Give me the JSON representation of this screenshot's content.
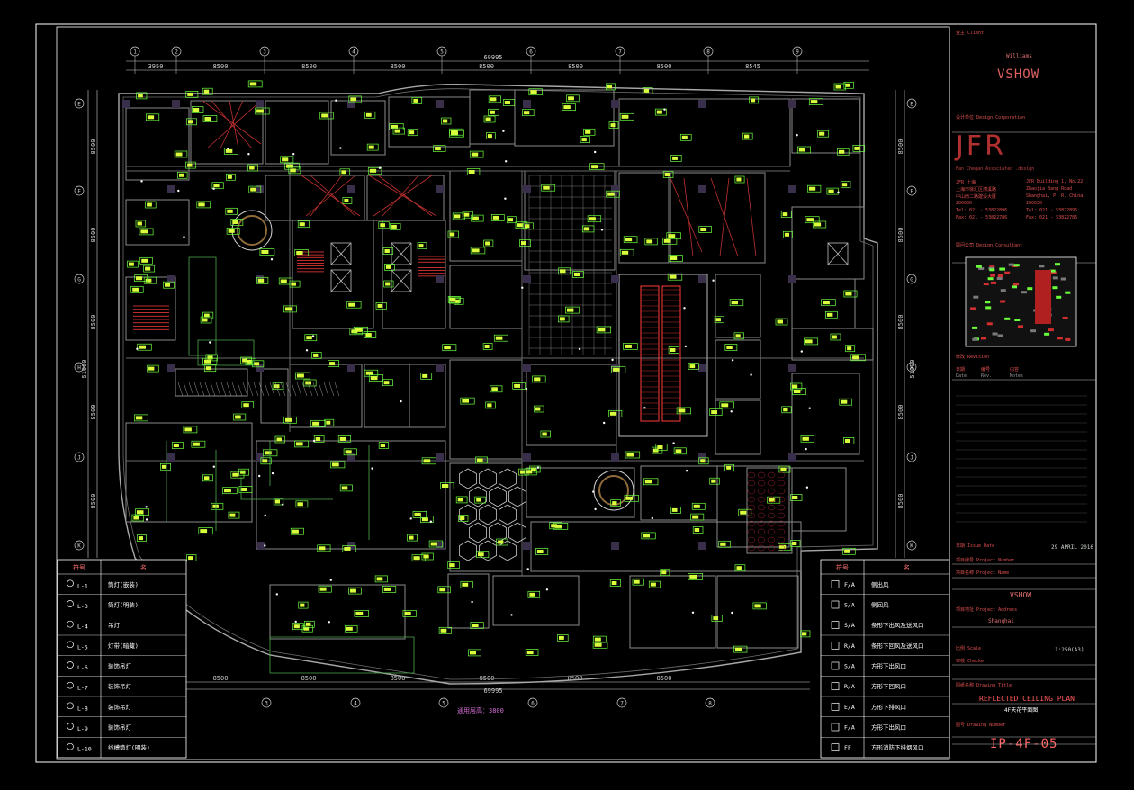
{
  "drawing": {
    "total_dim": "69995",
    "top_dims": [
      "3950",
      "8500",
      "8500",
      "8500",
      "8500",
      "8500",
      "8500",
      "8545"
    ],
    "bottom_dims": [
      "8500",
      "8500",
      "8500",
      "8500",
      "8500",
      "8500"
    ],
    "left_dims": [
      "8500",
      "8500",
      "8500",
      "8500",
      "8500",
      "8500"
    ],
    "right_dims": [
      "8500",
      "8500",
      "8500",
      "8500",
      "8500"
    ],
    "left_total": "51000",
    "right_total": "51000",
    "note": "通用层高：3800"
  },
  "legend_left": {
    "headers": [
      "符号",
      "名"
    ],
    "rows": [
      {
        "code": "L-1",
        "name": "筒灯(嵌装)"
      },
      {
        "code": "L-3",
        "name": "筒灯(明装)"
      },
      {
        "code": "L-4",
        "name": "吊灯"
      },
      {
        "code": "L-5",
        "name": "灯带(暗藏)"
      },
      {
        "code": "L-6",
        "name": "装饰吊灯"
      },
      {
        "code": "L-7",
        "name": "装饰吊灯"
      },
      {
        "code": "L-8",
        "name": "装饰吊灯"
      },
      {
        "code": "L-9",
        "name": "装饰吊灯"
      },
      {
        "code": "L-10",
        "name": "线槽筒灯(明装)"
      }
    ]
  },
  "legend_right": {
    "headers": [
      "符号",
      "名"
    ],
    "rows": [
      {
        "code": "F/A",
        "name": "侧出风"
      },
      {
        "code": "S/A",
        "name": "侧回风"
      },
      {
        "code": "S/A",
        "name": "条形下出风及送风口"
      },
      {
        "code": "R/A",
        "name": "条形下回风及送风口"
      },
      {
        "code": "S/A",
        "name": "方形下出风口"
      },
      {
        "code": "R/A",
        "name": "方形下回风口"
      },
      {
        "code": "E/A",
        "name": "方形下排风口"
      },
      {
        "code": "F/A",
        "name": "方形下出风口"
      },
      {
        "code": "FF",
        "name": "方形消防下排烟风口"
      }
    ]
  },
  "title_block": {
    "client_label": "业主 Client",
    "client_sub": "Williams",
    "client_name": "VSHOW",
    "designer_label": "设计单位 Design Corporation",
    "designer_name": "JFR",
    "designer_sub": "Fan Chegan Associated .design",
    "addr_left": [
      "JFR 上海",
      "上海市徐汇区漕溪路",
      "中山南二路建设大厦",
      "200030",
      "Tel: 021 - 53822896",
      "Fax: 021 - 53822786"
    ],
    "addr_right": [
      "JFR Building 1, No.22",
      "Zhaojia Bang Road",
      "Shanghai, P. R. China",
      "200030",
      "Tel: 021 - 53822896",
      "Fax: 021 - 53822786"
    ],
    "consultant_label": "顾问公司 Design Consultant",
    "revision_label": "修改 Revision",
    "revision_headers": [
      "日期",
      "编号",
      "内容"
    ],
    "revision_headers_en": [
      "Date",
      "Rev.",
      "Notes"
    ],
    "date_label": "日期 Issue Date",
    "date_value": "29 APRIL 2016",
    "project_number_label": "项目编号 Project Number",
    "project_name_label": "项目名称 Project Name",
    "project_name": "VSHOW",
    "address_label": "项目地址 Project Address",
    "address": "Shanghai",
    "scale_label": "比例 Scale",
    "scale": "1:250(A3)",
    "checker_label": "审核 Checker",
    "title_label": "图纸名称 Drawing Title",
    "title_en": "REFLECTED CEILING PLAN",
    "title_cn": "4F天花平面图",
    "dwgno_label": "图号 Drawing Number",
    "dwgno": "IP-4F-05"
  },
  "colors": {
    "background": "#000000",
    "wall": "#9a9a9a",
    "tag": "#c8ff3c",
    "frame": "#ffffff",
    "accent_red": "#d03030"
  }
}
